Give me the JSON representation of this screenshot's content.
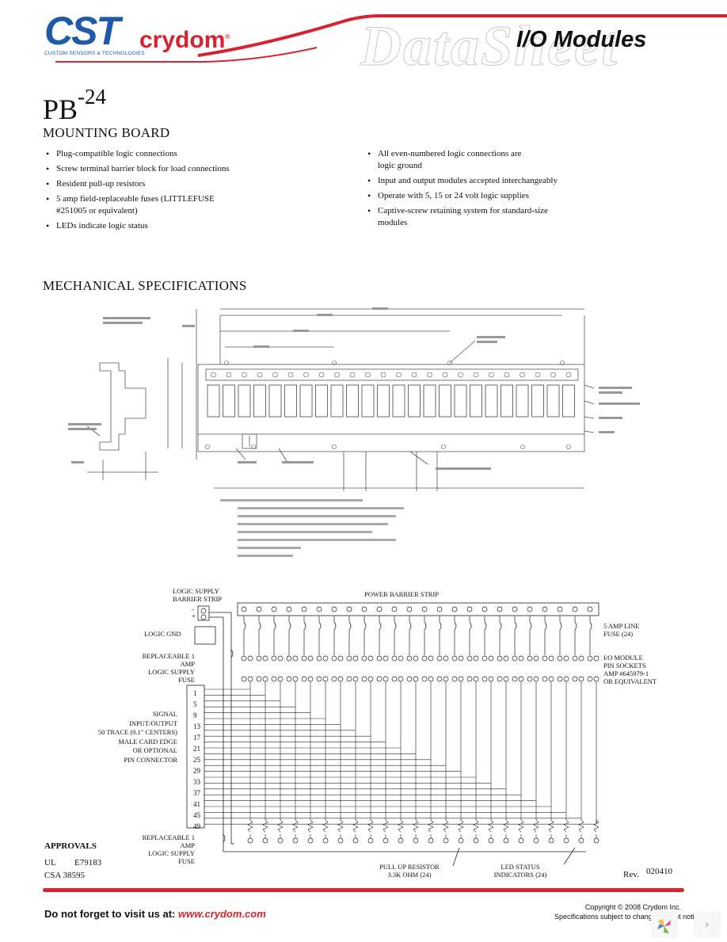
{
  "header": {
    "logo_cst": "CST",
    "logo_tagline": "CUSTOM SENSORS & TECHNOLOGIES",
    "logo_crydom": "crydom",
    "watermark": "DataSheet",
    "title": "I/O Modules",
    "accent_color": "#d7232e",
    "brand_blue": "#1f5aa8"
  },
  "product": {
    "name": "PB",
    "suffix": "-24",
    "subtitle": "MOUNTING BOARD"
  },
  "features_left": [
    "Plug-compatible logic connections",
    "Screw terminal barrier block for load connections",
    "Resident pull-up resistors",
    "5 amp field-replaceable fuses (LITTLEFUSE #251005 or equivalent)",
    "LEDs indicate logic status"
  ],
  "features_right": [
    "All even-numbered logic connections are logic ground",
    "Input and output modules accepted interchangeably",
    "Operate with 5, 15 or 24 volt logic supplies",
    "Captive-screw retaining system for standard-size modules"
  ],
  "mechanical": {
    "title": "MECHANICAL SPECIFICATIONS"
  },
  "schematic": {
    "logic_supply": [
      "LOGIC SUPPLY",
      "BARRIER STRIP"
    ],
    "power_strip": "POWER BARRIER STRIP",
    "logic_gnd": "LOGIC GND",
    "replaceable_fuse_top": [
      "REPLACEABLE 1 AMP",
      "LOGIC SUPPLY FUSE"
    ],
    "replaceable_fuse_bottom": [
      "REPLACEABLE 1 AMP",
      "LOGIC SUPPLY FUSE"
    ],
    "line_fuse": [
      "5 AMP LINE",
      "FUSE (24)"
    ],
    "io_module": [
      "I/O MODULE",
      "PIN SOCKETS",
      "AMP #645979-1",
      "OR EQUIVALENT"
    ],
    "signal": [
      "SIGNAL",
      "INPUT/OUTPUT",
      "50 TRACE (0.1\" CENTERS)",
      "MALE CARD EDGE",
      "OR OPTIONAL",
      "PIN CONNECTOR"
    ],
    "pull_up": [
      "PULL UP RESISTOR",
      "3.3K OHM (24)"
    ],
    "led_status": [
      "LED STATUS",
      "INDICATORS (24)"
    ],
    "pins": [
      "1",
      "5",
      "9",
      "13",
      "17",
      "21",
      "25",
      "29",
      "33",
      "37",
      "41",
      "45",
      "49"
    ],
    "plus": "+",
    "minus": "-"
  },
  "approvals": {
    "title": "APPROVALS",
    "ul_label": "UL",
    "ul_value": "E79183",
    "csa": "CSA 38595"
  },
  "rev": {
    "label": "Rev.",
    "value": "020410"
  },
  "footer": {
    "visit_prefix": "Do not forget to visit us at: ",
    "url": "www.crydom.com",
    "copyright": "Copyright © 2008 Crydom Inc.",
    "notice": "Specifications subject to change without notice"
  }
}
